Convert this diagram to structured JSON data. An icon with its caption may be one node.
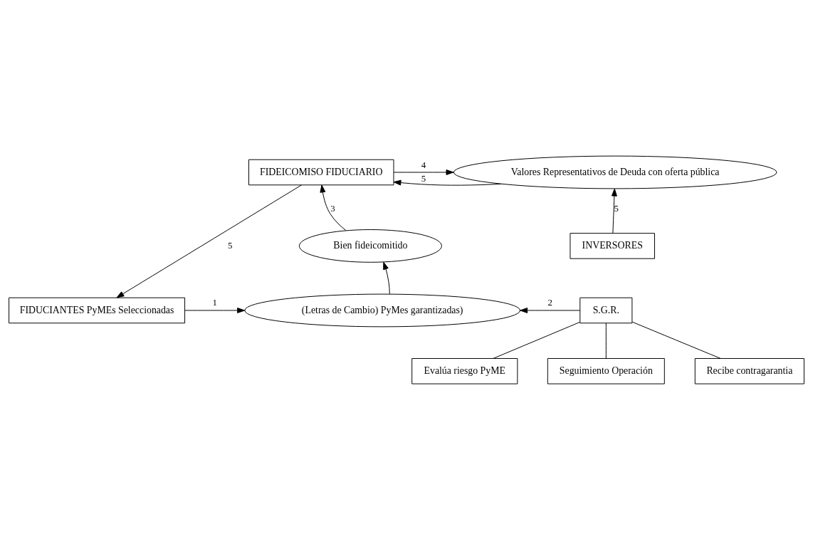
{
  "diagram": {
    "nodes": [
      {
        "text": [
          "FIDEICOMISO FIDUCIARIO"
        ]
      },
      {
        "text": [
          "Valores Representativos de Deuda con oferta pública"
        ]
      },
      {
        "text": [
          "Bien fideicomitido"
        ]
      },
      {
        "text": [
          "INVERSORES"
        ]
      },
      {
        "text": [
          "FIDUCIANTES PyMEs Seleccionadas"
        ]
      },
      {
        "text": [
          "(Letras de Cambio) PyMes garantizadas)"
        ]
      },
      {
        "text": [
          "S.G.R."
        ]
      },
      {
        "text": [
          "Evalúa riesgo PyME"
        ]
      },
      {
        "text": [
          "Seguimiento Operación"
        ]
      },
      {
        "text": [
          "Recibe contragarantia"
        ]
      }
    ],
    "edges": [
      {
        "from": 0,
        "to": 1,
        "arrow": "to",
        "label": "4"
      },
      {
        "from": 1,
        "to": 0,
        "arrow": "to",
        "label": "5"
      },
      {
        "from": 0,
        "to": 4,
        "arrow": "to",
        "label": "5"
      },
      {
        "from": 2,
        "to": 0,
        "arrow": "to",
        "label": "3"
      },
      {
        "from": 5,
        "to": 2,
        "arrow": "to"
      },
      {
        "from": 3,
        "to": 1,
        "arrow": "to",
        "label": "5"
      },
      {
        "from": 4,
        "to": 5,
        "arrow": "to",
        "label": "1"
      },
      {
        "from": 6,
        "to": 5,
        "arrow": "to",
        "label": "2"
      },
      {
        "from": 6,
        "to": 7,
        "arrow": "none"
      },
      {
        "from": 6,
        "to": 8,
        "arrow": "none"
      },
      {
        "from": 6,
        "to": 9,
        "arrow": "none"
      }
    ]
  }
}
